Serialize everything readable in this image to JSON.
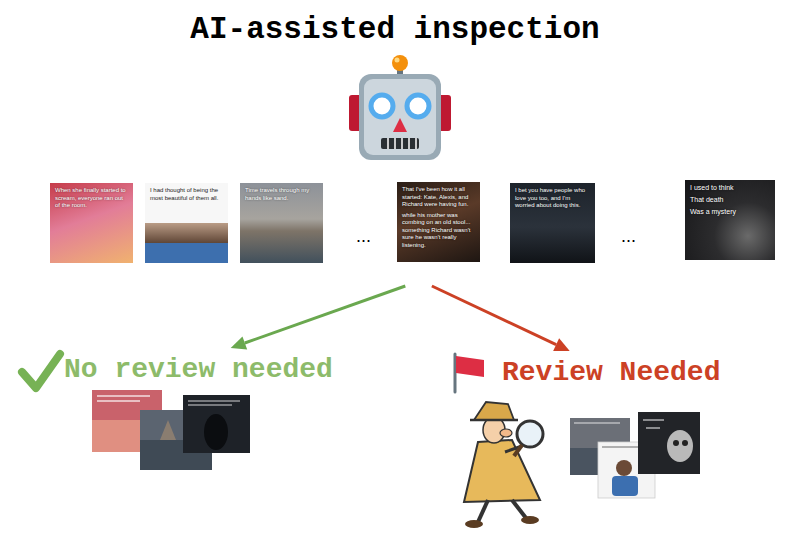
{
  "diagram": {
    "title": "AI-assisted inspection",
    "nodes": [
      {
        "text": [
          "When she finally started to scream, everyone ran out of the room."
        ]
      },
      {
        "text": [
          "I had thought of being the most beautiful of them all."
        ]
      },
      {
        "text": [
          "Time travels through my hands like sand."
        ]
      },
      {
        "text": [
          "That I've been how it all started: Kate, Alexis, and Richard were having fun.",
          "while his mother was combing on an old stool... something Richard wasn't sure he wasn't really listening."
        ]
      },
      {
        "text": [
          "I bet you have people who love you too, and I'm worried about doing this."
        ]
      },
      {
        "text": [
          "I used to think",
          "That death",
          "Was a mystery"
        ]
      },
      {
        "text": [
          "No review needed"
        ]
      },
      {
        "text": [
          "Review Needed"
        ]
      }
    ],
    "edges": [
      {
        "from": 3,
        "to": 6,
        "arrow": "to"
      },
      {
        "from": 3,
        "to": 7,
        "arrow": "to"
      }
    ],
    "labels": [
      "...",
      "..."
    ]
  }
}
